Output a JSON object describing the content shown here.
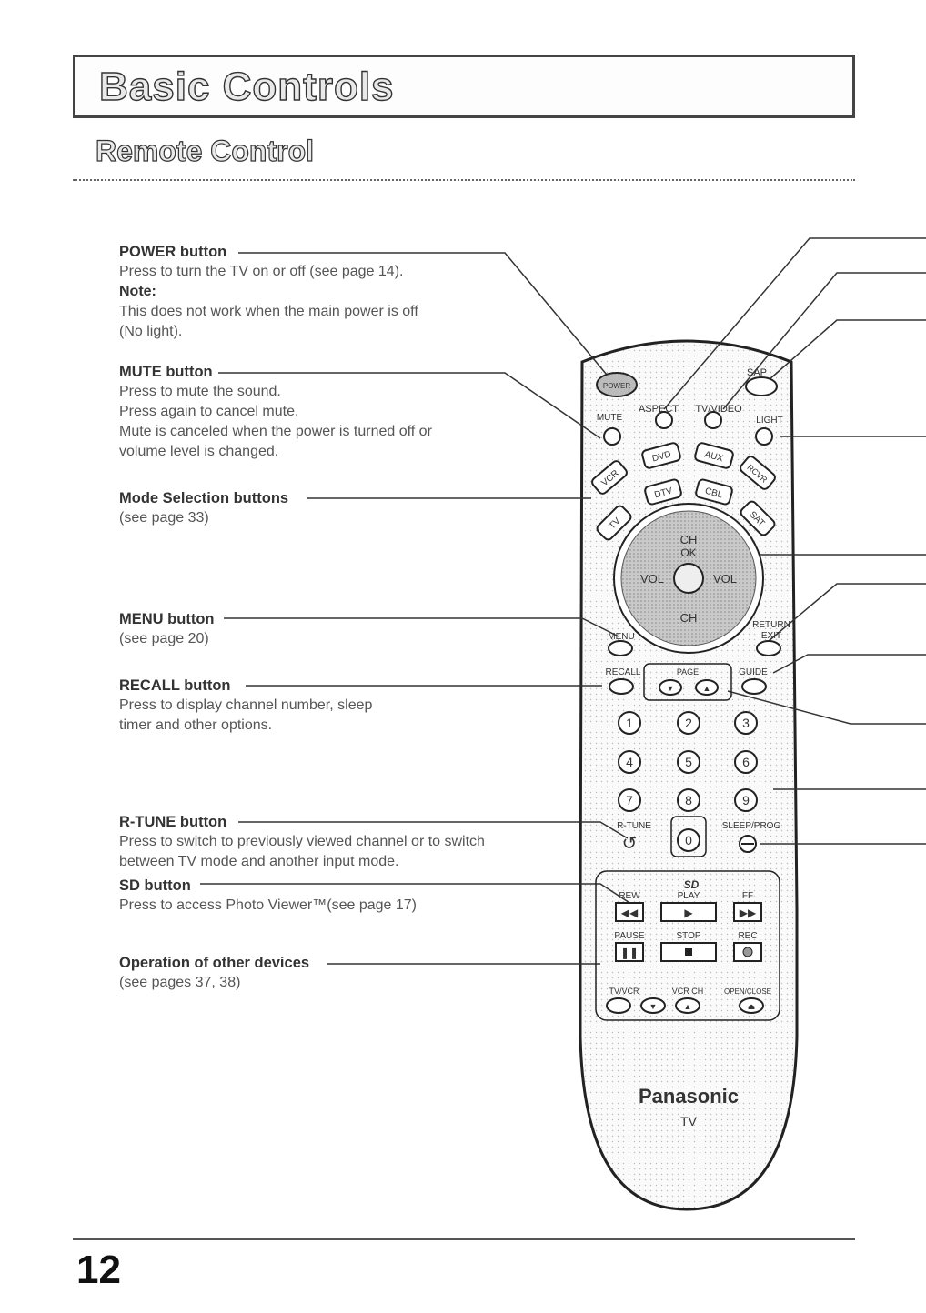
{
  "header": {
    "title": "Basic Controls"
  },
  "section": {
    "title": "Remote Control"
  },
  "page_number": "12",
  "callouts": {
    "power": {
      "label": "POWER button",
      "lines": [
        "Press to turn the TV on or off (see page 14)."
      ],
      "note_label": "Note:",
      "note_lines": [
        "This does not work when the main power is off",
        "(No light)."
      ]
    },
    "mute": {
      "label": "MUTE button",
      "lines": [
        "Press to mute the sound.",
        "Press again to cancel mute.",
        "Mute is canceled when the power is turned off or",
        "volume level is changed."
      ]
    },
    "mode": {
      "label": "Mode Selection buttons",
      "lines": [
        "(see page 33)"
      ]
    },
    "menu": {
      "label": "MENU button",
      "lines": [
        "(see page 20)"
      ]
    },
    "recall": {
      "label": "RECALL button",
      "lines": [
        "Press to display channel number, sleep",
        "timer and other options."
      ]
    },
    "rtune": {
      "label": "R-TUNE button",
      "lines": [
        "Press to switch to previously viewed channel or to switch",
        "between TV mode and another input mode."
      ]
    },
    "sd": {
      "label": "SD button",
      "lines": [
        "Press to access Photo Viewer™(see page 17)"
      ]
    },
    "other": {
      "label": "Operation of other devices",
      "lines": [
        "(see pages 37, 38)"
      ]
    }
  },
  "remote": {
    "power": "POWER",
    "aspect": "ASPECT",
    "tvvideo": "TV/VIDEO",
    "sap": "SAP",
    "mute": "MUTE",
    "light": "LIGHT",
    "modes_row1": [
      "VCR",
      "DVD",
      "AUX",
      "RCVR"
    ],
    "modes_row2": [
      "TV",
      "DTV",
      "CBL",
      "SAT"
    ],
    "ch_up": "CH",
    "ok": "OK",
    "vol_left": "VOL",
    "vol_right": "VOL",
    "ch_down": "CH",
    "menu": "MENU",
    "return": "RETURN",
    "exit": "EXIT",
    "recall": "RECALL",
    "page": "PAGE",
    "guide": "GUIDE",
    "digits": [
      "1",
      "2",
      "3",
      "4",
      "5",
      "6",
      "7",
      "8",
      "9",
      "0"
    ],
    "rtune": "R-TUNE",
    "sleep_prog": "SLEEP/PROG",
    "sd_logo": "SD",
    "rew": "REW",
    "play": "PLAY",
    "ff": "FF",
    "pause": "PAUSE",
    "stop": "STOP",
    "rec": "REC",
    "tvvcr": "TV/VCR",
    "vcrch": "VCR CH",
    "openclose": "OPEN/CLOSE",
    "brand": "Panasonic",
    "model": "TV"
  }
}
